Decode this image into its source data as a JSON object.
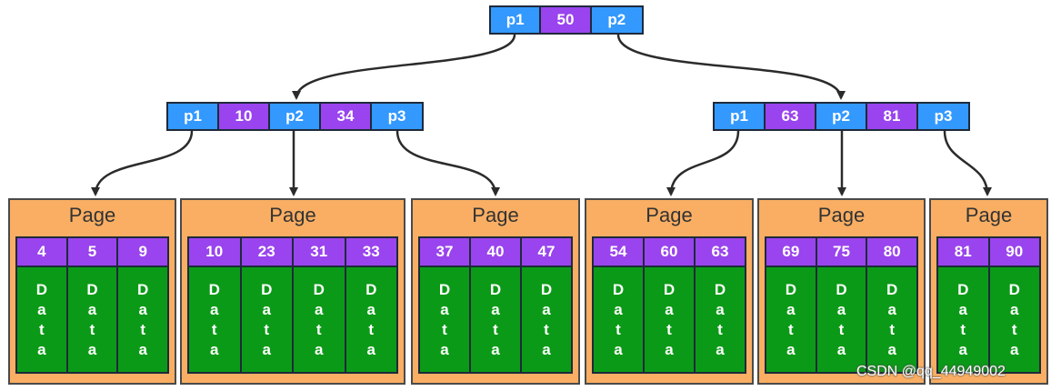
{
  "root": {
    "cells": [
      {
        "text": "p1",
        "kind": "ptr"
      },
      {
        "text": "50",
        "kind": "key"
      },
      {
        "text": "p2",
        "kind": "ptr"
      }
    ]
  },
  "internal": [
    {
      "cells": [
        {
          "text": "p1",
          "kind": "ptr"
        },
        {
          "text": "10",
          "kind": "key"
        },
        {
          "text": "p2",
          "kind": "ptr"
        },
        {
          "text": "34",
          "kind": "key"
        },
        {
          "text": "p3",
          "kind": "ptr"
        }
      ]
    },
    {
      "cells": [
        {
          "text": "p1",
          "kind": "ptr"
        },
        {
          "text": "63",
          "kind": "key"
        },
        {
          "text": "p2",
          "kind": "ptr"
        },
        {
          "text": "81",
          "kind": "key"
        },
        {
          "text": "p3",
          "kind": "ptr"
        }
      ]
    }
  ],
  "page_label": "Page",
  "data_letters": [
    "D",
    "a",
    "t",
    "a"
  ],
  "leaves": [
    {
      "keys": [
        "4",
        "5",
        "9"
      ]
    },
    {
      "keys": [
        "10",
        "23",
        "31",
        "33"
      ]
    },
    {
      "keys": [
        "37",
        "40",
        "47"
      ]
    },
    {
      "keys": [
        "54",
        "60",
        "63"
      ]
    },
    {
      "keys": [
        "69",
        "75",
        "80"
      ]
    },
    {
      "keys": [
        "81",
        "90"
      ]
    }
  ],
  "watermark": "CSDN @qq_44949002",
  "colors": {
    "pointer": "#3399ff",
    "key": "#9944ee",
    "data": "#0b9a17",
    "page": "#f9ae63",
    "arrow": "#2b2b2b"
  }
}
